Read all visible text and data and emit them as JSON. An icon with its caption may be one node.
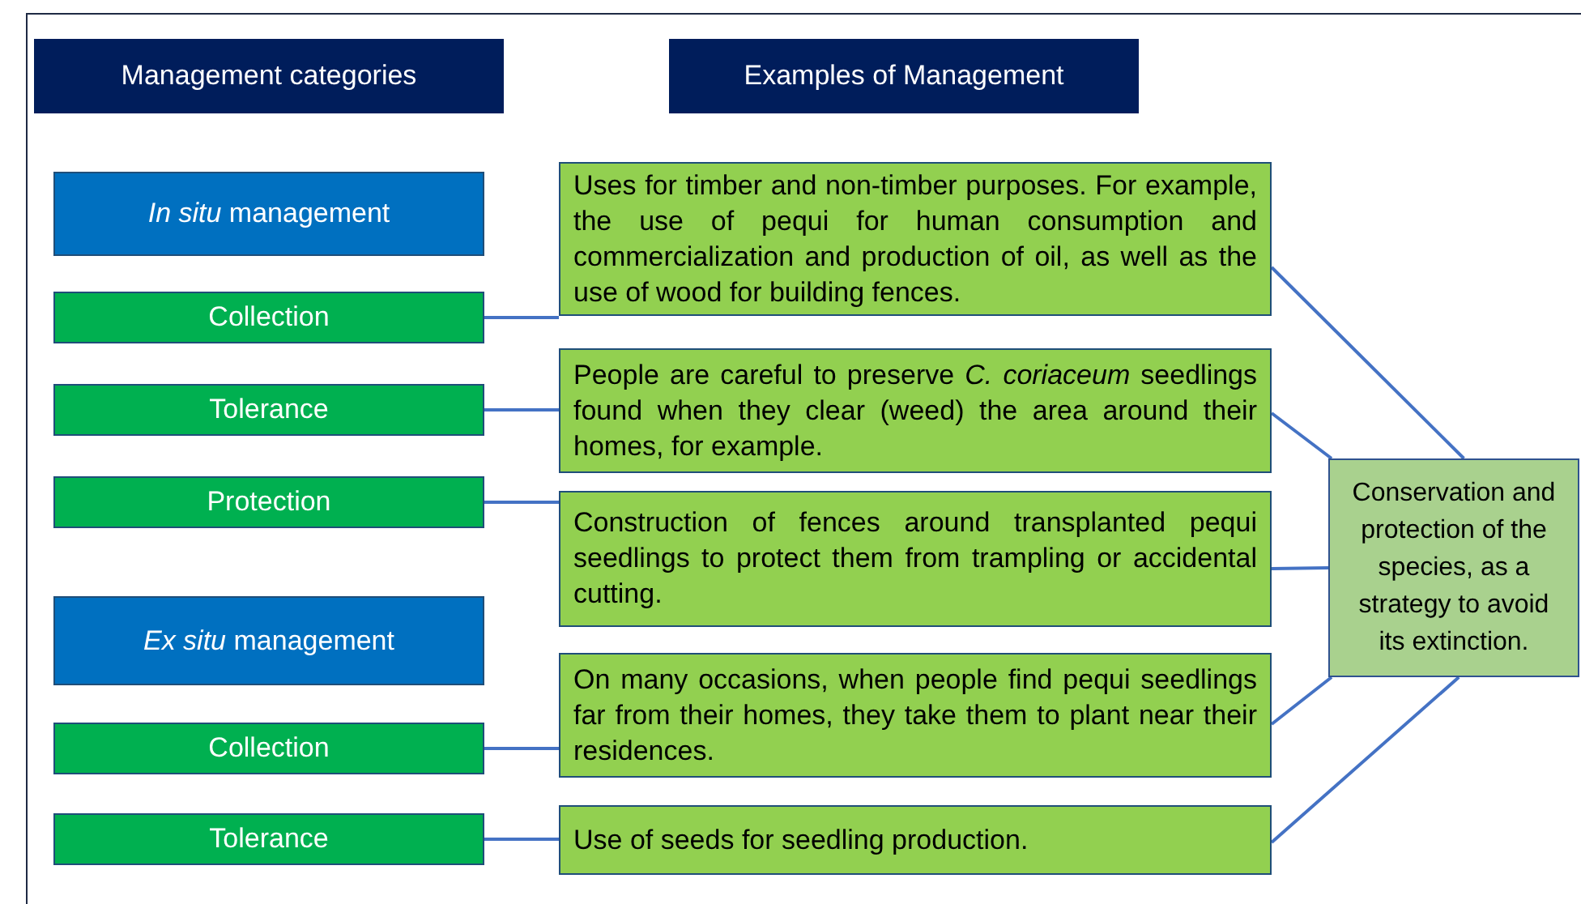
{
  "diagram": {
    "nodes": [
      {
        "text": [
          "Management categories"
        ]
      },
      {
        "text": [
          "Examples of Management"
        ]
      },
      {
        "text": [
          "*In situ* management"
        ]
      },
      {
        "text": [
          "Collection"
        ]
      },
      {
        "text": [
          "Tolerance"
        ]
      },
      {
        "text": [
          "Protection"
        ]
      },
      {
        "text": [
          "*Ex situ* management"
        ]
      },
      {
        "text": [
          "Collection"
        ]
      },
      {
        "text": [
          "Tolerance"
        ]
      },
      {
        "text": [
          "Uses for timber and non-timber purposes. For example, the use of pequi for human consumption and commercialization and production of oil, as well as the use of wood for building fences."
        ]
      },
      {
        "text": [
          "People are careful to preserve *C. coriaceum* seedlings found when they clear (weed) the area around their homes, for example."
        ]
      },
      {
        "text": [
          "Construction of fences around transplanted pequi seedlings to protect them from trampling or accidental cutting."
        ]
      },
      {
        "text": [
          "On many occasions, when people find pequi seedlings far from their homes, they take them to plant near their residences."
        ]
      },
      {
        "text": [
          "Use of seeds for seedling production."
        ]
      },
      {
        "text": [
          "Conservation and protection of the species, as a strategy to avoid its extinction."
        ]
      }
    ],
    "edges": [
      {
        "from": 3,
        "to": 9,
        "arrow": "none"
      },
      {
        "from": 4,
        "to": 10,
        "arrow": "none"
      },
      {
        "from": 5,
        "to": 11,
        "arrow": "none"
      },
      {
        "from": 7,
        "to": 12,
        "arrow": "none"
      },
      {
        "from": 8,
        "to": 13,
        "arrow": "none"
      },
      {
        "from": 9,
        "to": 14,
        "arrow": "none"
      },
      {
        "from": 10,
        "to": 14,
        "arrow": "none"
      },
      {
        "from": 11,
        "to": 14,
        "arrow": "none"
      },
      {
        "from": 12,
        "to": 14,
        "arrow": "none"
      },
      {
        "from": 13,
        "to": 14,
        "arrow": "none"
      }
    ]
  }
}
